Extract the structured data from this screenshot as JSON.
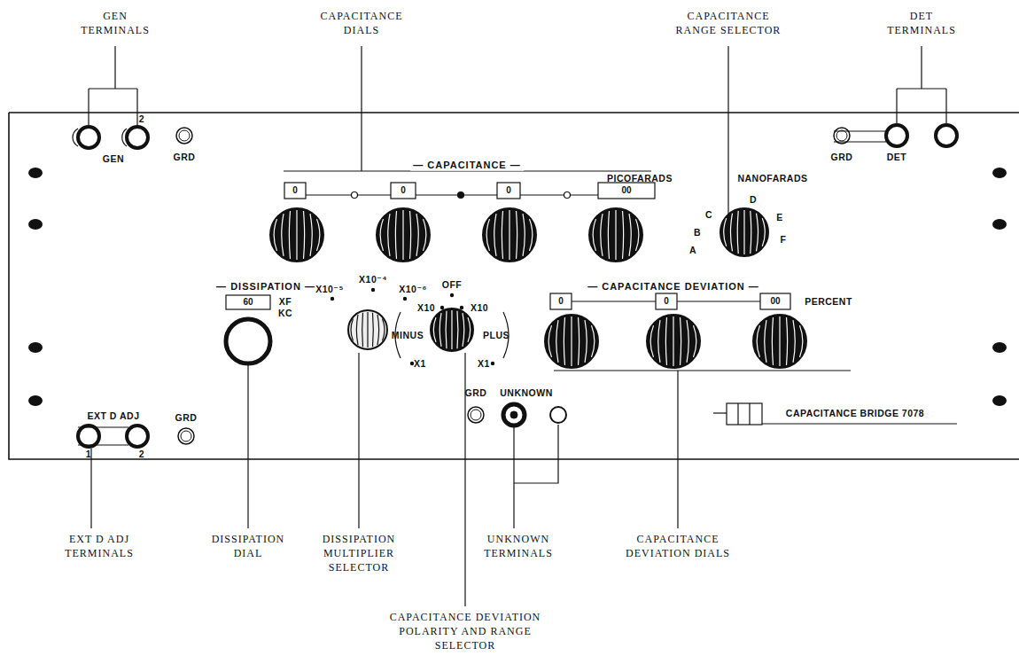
{
  "diagram": {
    "labels": [
      "GEN TERMINALS",
      "CAPACITANCE DIALS",
      "CAPACITANCE RANGE SELECTOR",
      "DET TERMINALS",
      "GEN",
      "2",
      "GRD",
      "GRD",
      "DET",
      "— CAPACITANCE —",
      "0",
      "0",
      "0",
      "00",
      "PICOFARADS",
      "NANOFARADS",
      "A",
      "B",
      "C",
      "D",
      "E",
      "F",
      "— DISSIPATION —",
      "60",
      "XF",
      "KC",
      "X10⁻⁵",
      "X10⁻⁴",
      "X10⁻⁶",
      "OFF",
      "X10",
      "MINUS",
      "X1",
      "X10",
      "PLUS",
      "X1",
      "— CAPACITANCE DEVIATION —",
      "0",
      "0",
      "00",
      "PERCENT",
      "GRD",
      "UNKNOWN",
      "CAPACITANCE BRIDGE 7078",
      "EXT D ADJ",
      "1",
      "2",
      "GRD",
      "EXT D ADJ TERMINALS",
      "DISSIPATION DIAL",
      "DISSIPATION MULTIPLIER SELECTOR",
      "UNKNOWN TERMINALS",
      "CAPACITANCE DEVIATION DIALS",
      "CAPACITANCE DEVIATION POLARITY AND RANGE SELECTOR"
    ]
  }
}
